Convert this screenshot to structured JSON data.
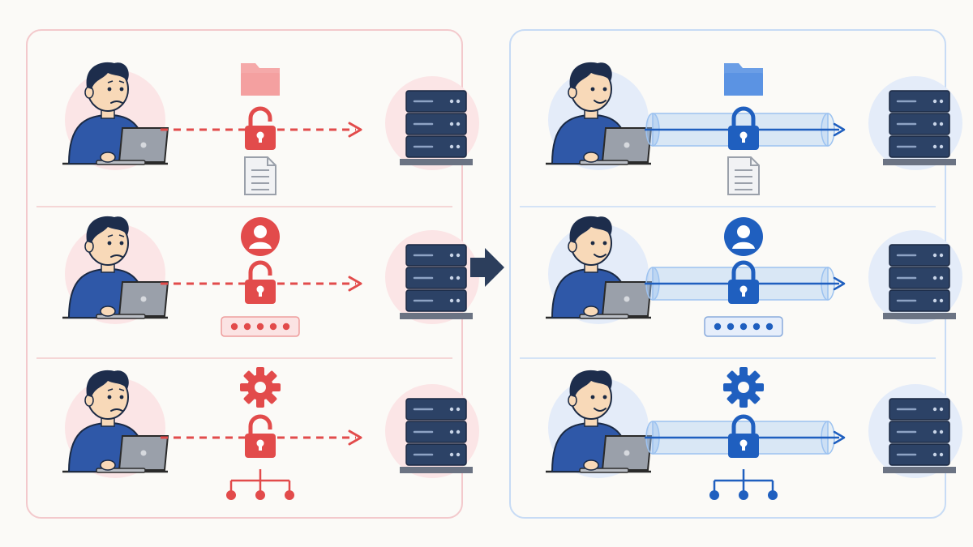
{
  "colors": {
    "insecure_accent": "#e24b4b",
    "insecure_panel_border": "#f3c9cc",
    "insecure_circle": "#fbe5e6",
    "secure_accent": "#1f5fbf",
    "secure_panel_border": "#c7dbf5",
    "secure_circle": "#e4ecf9",
    "tunnel": "#9cc2f0",
    "server": "#2c4266",
    "person_shirt": "#2f58a8",
    "hair": "#1d2d4c",
    "skin": "#f8d9b8",
    "laptop": "#9aa0aa",
    "transition_arrow": "#2c3e5c"
  },
  "panels": [
    {
      "name": "insecure-panel",
      "connection_style": "dashed-arrow",
      "person_expression": "worried",
      "rows": [
        {
          "top_icon": "folder-icon",
          "center_icon": "unlocked-padlock-icon",
          "bottom_icon": "document-icon"
        },
        {
          "top_icon": "user-icon",
          "center_icon": "unlocked-padlock-icon",
          "bottom_icon": "password-field-icon"
        },
        {
          "top_icon": "gear-icon",
          "center_icon": "unlocked-padlock-icon",
          "bottom_icon": "network-icon"
        }
      ]
    },
    {
      "name": "secure-panel",
      "connection_style": "encrypted-tunnel",
      "person_expression": "happy",
      "rows": [
        {
          "top_icon": "folder-icon",
          "center_icon": "locked-padlock-icon",
          "bottom_icon": "document-icon"
        },
        {
          "top_icon": "user-icon",
          "center_icon": "locked-padlock-icon",
          "bottom_icon": "password-field-icon"
        },
        {
          "top_icon": "gear-icon",
          "center_icon": "locked-padlock-icon",
          "bottom_icon": "network-icon"
        }
      ]
    }
  ],
  "transition_icon": "right-arrow-icon"
}
